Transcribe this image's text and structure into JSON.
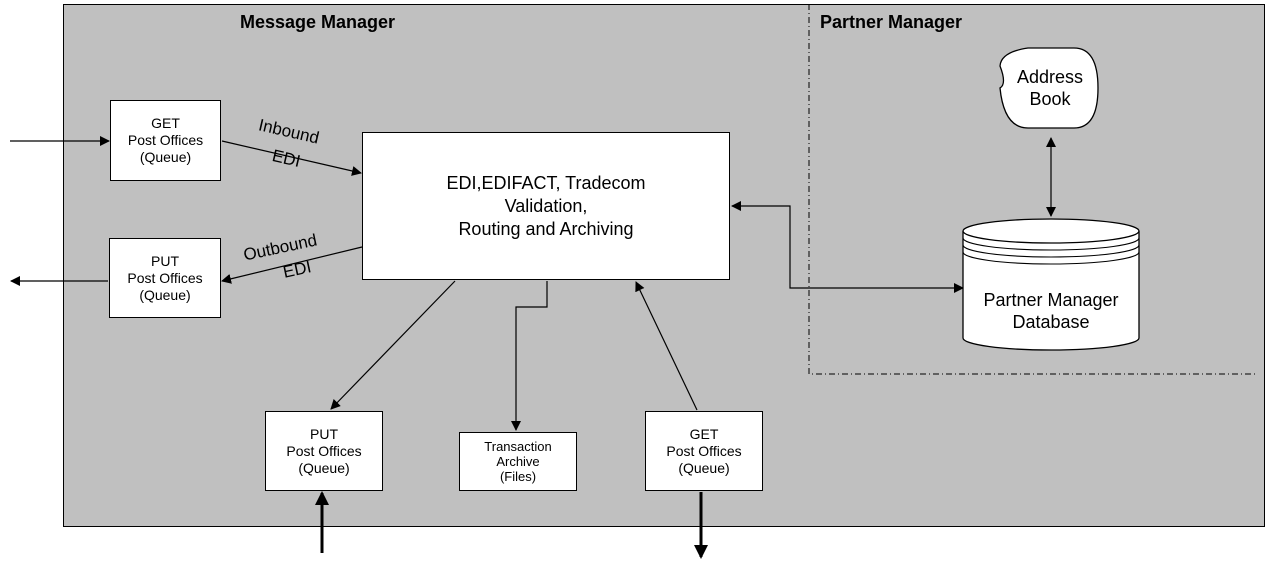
{
  "sections": {
    "message_manager": "Message Manager",
    "partner_manager": "Partner Manager"
  },
  "boxes": {
    "get_left": [
      "GET",
      "Post Offices",
      "(Queue)"
    ],
    "put_left": [
      "PUT",
      "Post Offices",
      "(Queue)"
    ],
    "core": [
      "EDI,EDIFACT, Tradecom",
      "Validation,",
      "Routing and Archiving"
    ],
    "put_bottom": [
      "PUT",
      "Post Offices",
      "(Queue)"
    ],
    "archive": [
      "Transaction",
      "Archive",
      "(Files)"
    ],
    "get_bottom": [
      "GET",
      "Post Offices",
      "(Queue)"
    ]
  },
  "flow_labels": {
    "inbound_1": "Inbound",
    "inbound_2": "EDI",
    "outbound_1": "Outbound",
    "outbound_2": "EDI"
  },
  "stores": {
    "address_book": [
      "Address",
      "Book"
    ],
    "partner_db": [
      "Partner Manager",
      "Database"
    ]
  },
  "colors": {
    "panel_fill": "#c0c0c0",
    "box_fill": "#ffffff",
    "line": "#000000"
  }
}
